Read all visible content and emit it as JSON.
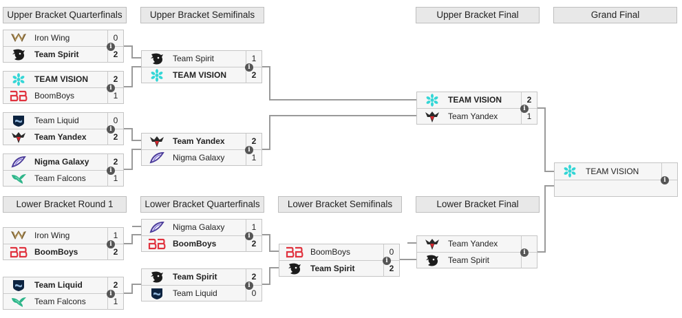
{
  "colors": {
    "header_bg": "#e8e8e8",
    "match_bg": "#f6f6f6",
    "connector": "#999999",
    "info_icon": "#555555"
  },
  "headers": {
    "ubqf": "Upper Bracket Quarterfinals",
    "ubsf": "Upper Bracket Semifinals",
    "ubf": "Upper Bracket Final",
    "gf": "Grand Final",
    "lbr1": "Lower Bracket Round 1",
    "lbqf": "Lower Bracket Quarterfinals",
    "lbsf": "Lower Bracket Semifinals",
    "lbf": "Lower Bracket Final"
  },
  "matches": {
    "ubqf1": {
      "t1": {
        "name": "Iron Wing",
        "score": "0",
        "logo": "iron-wing-logo"
      },
      "t2": {
        "name": "Team Spirit",
        "score": "2",
        "logo": "team-spirit-logo"
      }
    },
    "ubqf2": {
      "t1": {
        "name": "TEAM VISION",
        "score": "2",
        "logo": "team-vision-logo"
      },
      "t2": {
        "name": "BoomBoys",
        "score": "1",
        "logo": "boomboys-logo"
      }
    },
    "ubqf3": {
      "t1": {
        "name": "Team Liquid",
        "score": "0",
        "logo": "team-liquid-logo"
      },
      "t2": {
        "name": "Team Yandex",
        "score": "2",
        "logo": "team-yandex-logo"
      }
    },
    "ubqf4": {
      "t1": {
        "name": "Nigma Galaxy",
        "score": "2",
        "logo": "nigma-galaxy-logo"
      },
      "t2": {
        "name": "Team Falcons",
        "score": "1",
        "logo": "team-falcons-logo"
      }
    },
    "ubsf1": {
      "t1": {
        "name": "Team Spirit",
        "score": "1",
        "logo": "team-spirit-logo"
      },
      "t2": {
        "name": "TEAM VISION",
        "score": "2",
        "logo": "team-vision-logo"
      }
    },
    "ubsf2": {
      "t1": {
        "name": "Team Yandex",
        "score": "2",
        "logo": "team-yandex-logo"
      },
      "t2": {
        "name": "Nigma Galaxy",
        "score": "1",
        "logo": "nigma-galaxy-logo"
      }
    },
    "ubf": {
      "t1": {
        "name": "TEAM VISION",
        "score": "2",
        "logo": "team-vision-logo"
      },
      "t2": {
        "name": "Team Yandex",
        "score": "1",
        "logo": "team-yandex-logo"
      }
    },
    "gf": {
      "t1": {
        "name": "TEAM VISION",
        "score": "",
        "logo": "team-vision-logo"
      }
    },
    "lbr1a": {
      "t1": {
        "name": "Iron Wing",
        "score": "1",
        "logo": "iron-wing-logo"
      },
      "t2": {
        "name": "BoomBoys",
        "score": "2",
        "logo": "boomboys-logo"
      }
    },
    "lbr1b": {
      "t1": {
        "name": "Team Liquid",
        "score": "2",
        "logo": "team-liquid-logo"
      },
      "t2": {
        "name": "Team Falcons",
        "score": "1",
        "logo": "team-falcons-logo"
      }
    },
    "lbqf1": {
      "t1": {
        "name": "Nigma Galaxy",
        "score": "1",
        "logo": "nigma-galaxy-logo"
      },
      "t2": {
        "name": "BoomBoys",
        "score": "2",
        "logo": "boomboys-logo"
      }
    },
    "lbqf2": {
      "t1": {
        "name": "Team Spirit",
        "score": "2",
        "logo": "team-spirit-logo"
      },
      "t2": {
        "name": "Team Liquid",
        "score": "0",
        "logo": "team-liquid-logo"
      }
    },
    "lbsf": {
      "t1": {
        "name": "BoomBoys",
        "score": "0",
        "logo": "boomboys-logo"
      },
      "t2": {
        "name": "Team Spirit",
        "score": "2",
        "logo": "team-spirit-logo"
      }
    },
    "lbf": {
      "t1": {
        "name": "Team Yandex",
        "score": "",
        "logo": "team-yandex-logo"
      },
      "t2": {
        "name": "Team Spirit",
        "score": "",
        "logo": "team-spirit-logo"
      }
    }
  },
  "info_glyph": "i"
}
